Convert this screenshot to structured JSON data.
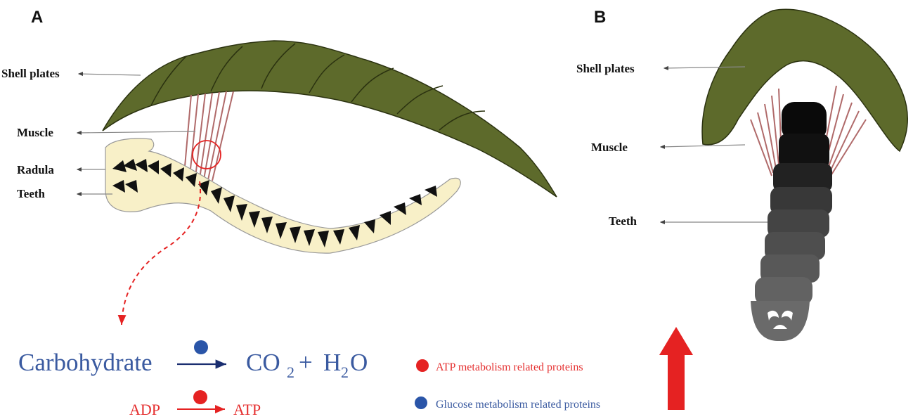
{
  "panel_a": {
    "letter": "A",
    "labels": {
      "shell_plates": "Shell plates",
      "muscle": "Muscle",
      "radula": "Radula",
      "teeth": "Teeth"
    },
    "equation": {
      "reactant": "Carbohydrate",
      "product_1": "CO",
      "product_1_sub": "2",
      "plus": "+",
      "product_2_a": "H",
      "product_2_sub": "2",
      "product_2_b": "O",
      "atp_left": "ADP",
      "atp_right": "ATP"
    }
  },
  "panel_b": {
    "letter": "B",
    "labels": {
      "shell_plates": "Shell plates",
      "muscle": "Muscle",
      "teeth": "Teeth"
    }
  },
  "legend": {
    "atp": {
      "label": "ATP metabolism related proteins",
      "color": "#e52222"
    },
    "glucose": {
      "label": "Glucose metabolism related proteins",
      "color": "#2a55a8"
    }
  },
  "colors": {
    "shell": "#5d6a2b",
    "radula_body": "#f8f0c8",
    "muscle": "#b06a6a",
    "up_arrow": "#e52222",
    "glucose_arrow": "#1a2e70"
  },
  "icons": {
    "up_arrow": "up-arrow-icon",
    "red_dot": "red-dot-icon",
    "blue_dot": "blue-dot-icon"
  }
}
